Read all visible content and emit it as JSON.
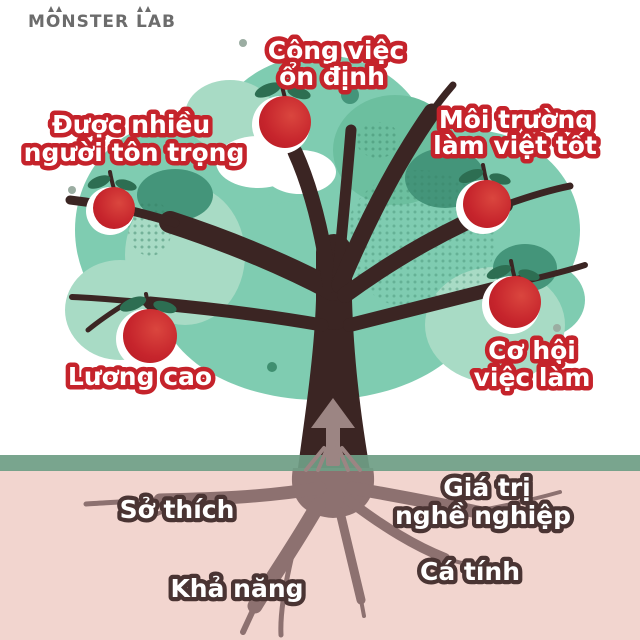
{
  "logo": {
    "text": "MONSTER LAB"
  },
  "illustration": {
    "description": "Career tree infographic: apples on the tree are job outcomes, roots underground are personal foundations",
    "colors": {
      "canopy_green": "#7fccb1",
      "canopy_light": "#a8dbc5",
      "canopy_dark": "#44957a",
      "trunk_brown": "#3b2523",
      "apple_red": "#c9262d",
      "leaf_green": "#2d6e52",
      "ground_band_green": "#6f9e85",
      "soil_pink": "#f2d5cf",
      "root_taupe": "#8d7170",
      "fruit_label_stroke": "#c5232b",
      "root_label_stroke": "#4a3433",
      "logo_gray": "#6c6c6c"
    }
  },
  "fruit_labels": [
    {
      "line1": "Công việc",
      "line2": "ổn định"
    },
    {
      "line1": "Được nhiều",
      "line2": "người tôn trọng"
    },
    {
      "line1": "Môi trường",
      "line2": "làm việt tốt"
    },
    {
      "line1": "Lương cao"
    },
    {
      "line1": "Cơ hội",
      "line2": "việc làm"
    }
  ],
  "root_labels": [
    {
      "line1": "Sở thích"
    },
    {
      "line1": "Giá trị",
      "line2": "nghề nghiệp"
    },
    {
      "line1": "Khả năng"
    },
    {
      "line1": "Cá tính"
    }
  ]
}
